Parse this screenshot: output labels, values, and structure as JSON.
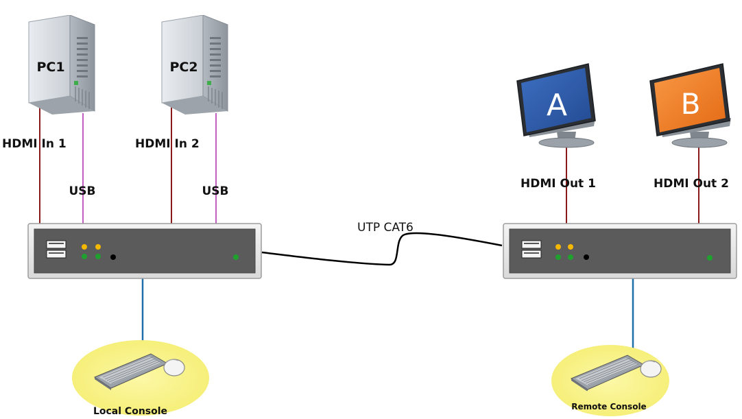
{
  "pcs": [
    {
      "label": "PC1"
    },
    {
      "label": "PC2"
    }
  ],
  "monitors": [
    {
      "letter": "A",
      "screen_color": "#2E5BA8"
    },
    {
      "letter": "B",
      "screen_color": "#F07D27"
    }
  ],
  "links": {
    "hdmi_in_1": "HDMI In 1",
    "hdmi_in_2": "HDMI In 2",
    "usb_1": "USB",
    "usb_2": "USB",
    "hdmi_out_1": "HDMI Out 1",
    "hdmi_out_2": "HDMI Out 2",
    "uplink": "UTP CAT6"
  },
  "consoles": {
    "local": "Local Console",
    "remote": "Remote Console"
  },
  "colors": {
    "hdmi_cable": "#8B1A1A",
    "usb_cable": "#C05FC0",
    "console_cable": "#1F6FA8",
    "utp_cable": "#000000",
    "console_halo": "#FBF58B",
    "led_amber": "#F5B800",
    "led_green": "#1FA02F"
  }
}
